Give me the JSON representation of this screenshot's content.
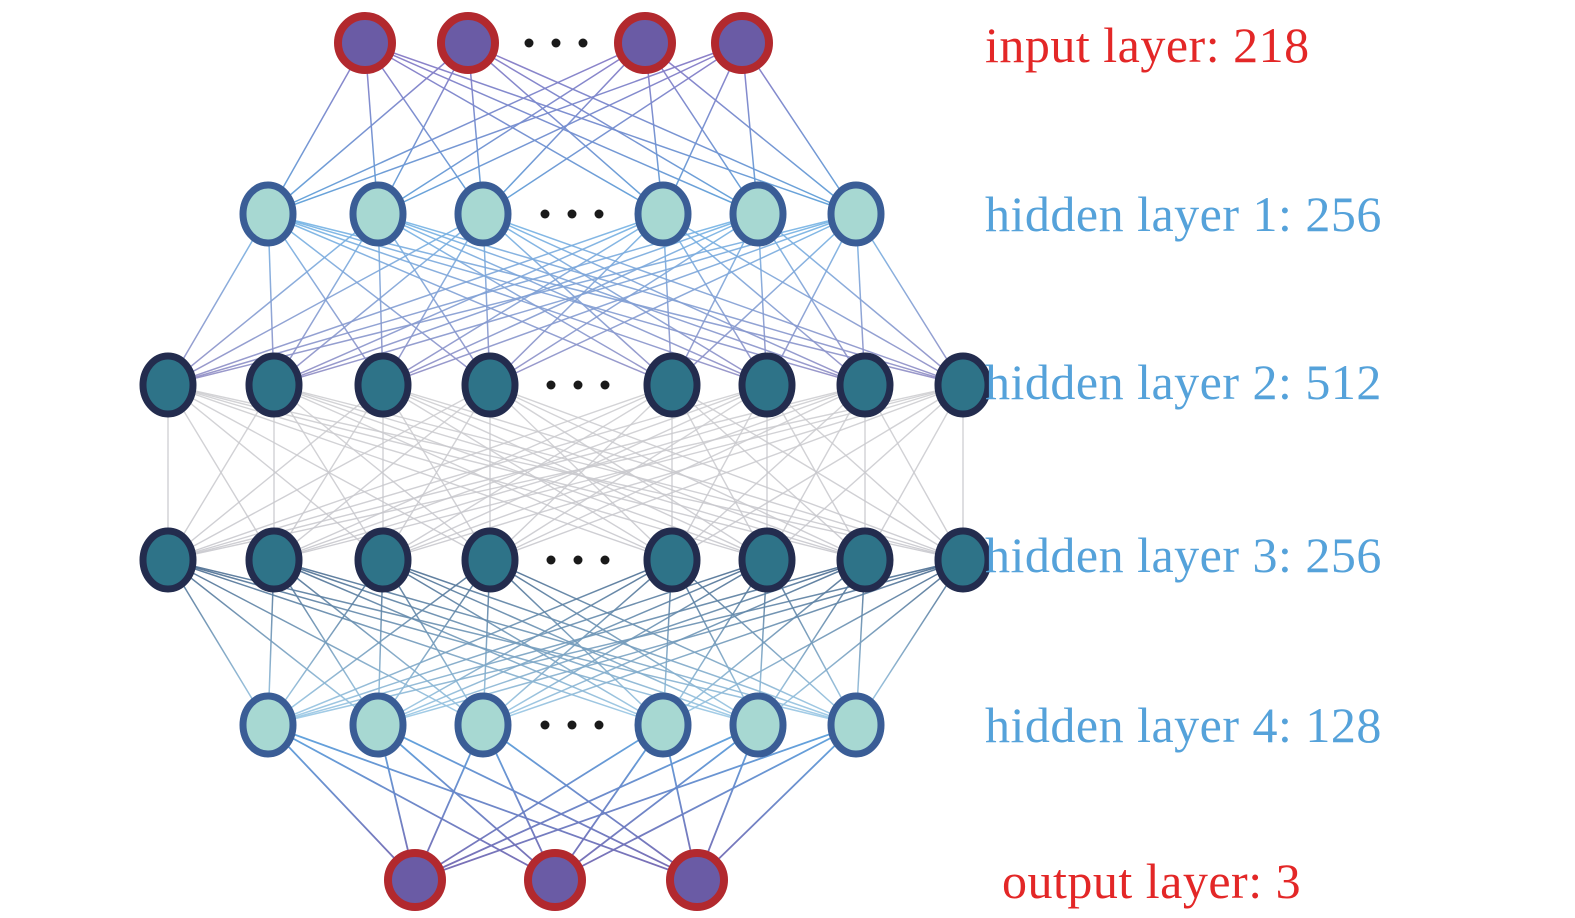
{
  "figure": {
    "background": "#ffffff",
    "description": "fully connected neural network architecture diagram"
  },
  "colors": {
    "label_red": "#e32727",
    "label_blue": "#55a2da",
    "io_node_fill": "#6a5ba5",
    "io_node_ring": "#b2292e",
    "light_hidden_fill": "#a7d8d2",
    "light_hidden_ring": "#3a5d96",
    "dark_hidden_fill": "#2e7388",
    "dark_hidden_ring": "#232c4e",
    "ellipsis_dot": "#1a1a1a"
  },
  "network": {
    "layers": [
      {
        "id": "input",
        "label": "input layer: 218",
        "units": 218,
        "role": "input",
        "label_color": "#e32727",
        "node_fill": "#6a5ba5",
        "node_stroke": "#b2292e",
        "nodes_shown": 4,
        "ellipsis": true
      },
      {
        "id": "hidden1",
        "label": "hidden layer 1: 256",
        "units": 256,
        "role": "hidden",
        "label_color": "#55a2da",
        "node_fill": "#a7d8d2",
        "node_stroke": "#3a5d96",
        "nodes_shown": 6,
        "ellipsis": true
      },
      {
        "id": "hidden2",
        "label": "hidden layer 2: 512",
        "units": 512,
        "role": "hidden",
        "label_color": "#55a2da",
        "node_fill": "#2e7388",
        "node_stroke": "#232c4e",
        "nodes_shown": 8,
        "ellipsis": true
      },
      {
        "id": "hidden3",
        "label": "hidden layer 3: 256",
        "units": 256,
        "role": "hidden",
        "label_color": "#55a2da",
        "node_fill": "#2e7388",
        "node_stroke": "#232c4e",
        "nodes_shown": 8,
        "ellipsis": true
      },
      {
        "id": "hidden4",
        "label": "hidden layer 4: 128",
        "units": 128,
        "role": "hidden",
        "label_color": "#55a2da",
        "node_fill": "#a7d8d2",
        "node_stroke": "#3a5d96",
        "nodes_shown": 6,
        "ellipsis": true
      },
      {
        "id": "output",
        "label": "output layer: 3",
        "units": 3,
        "role": "output",
        "label_color": "#e32727",
        "node_fill": "#6a5ba5",
        "node_stroke": "#b2292e",
        "nodes_shown": 3,
        "ellipsis": false
      }
    ],
    "edge_gradients": [
      {
        "from": "#8a77c4",
        "to": "#5ca3da"
      },
      {
        "from": "#72b5e6",
        "to": "#9089c2"
      },
      {
        "from": "#cccccf",
        "to": "#c5c5cb"
      },
      {
        "from": "#47688c",
        "to": "#9ecdea"
      },
      {
        "from": "#58a3df",
        "to": "#7562ae"
      }
    ]
  }
}
